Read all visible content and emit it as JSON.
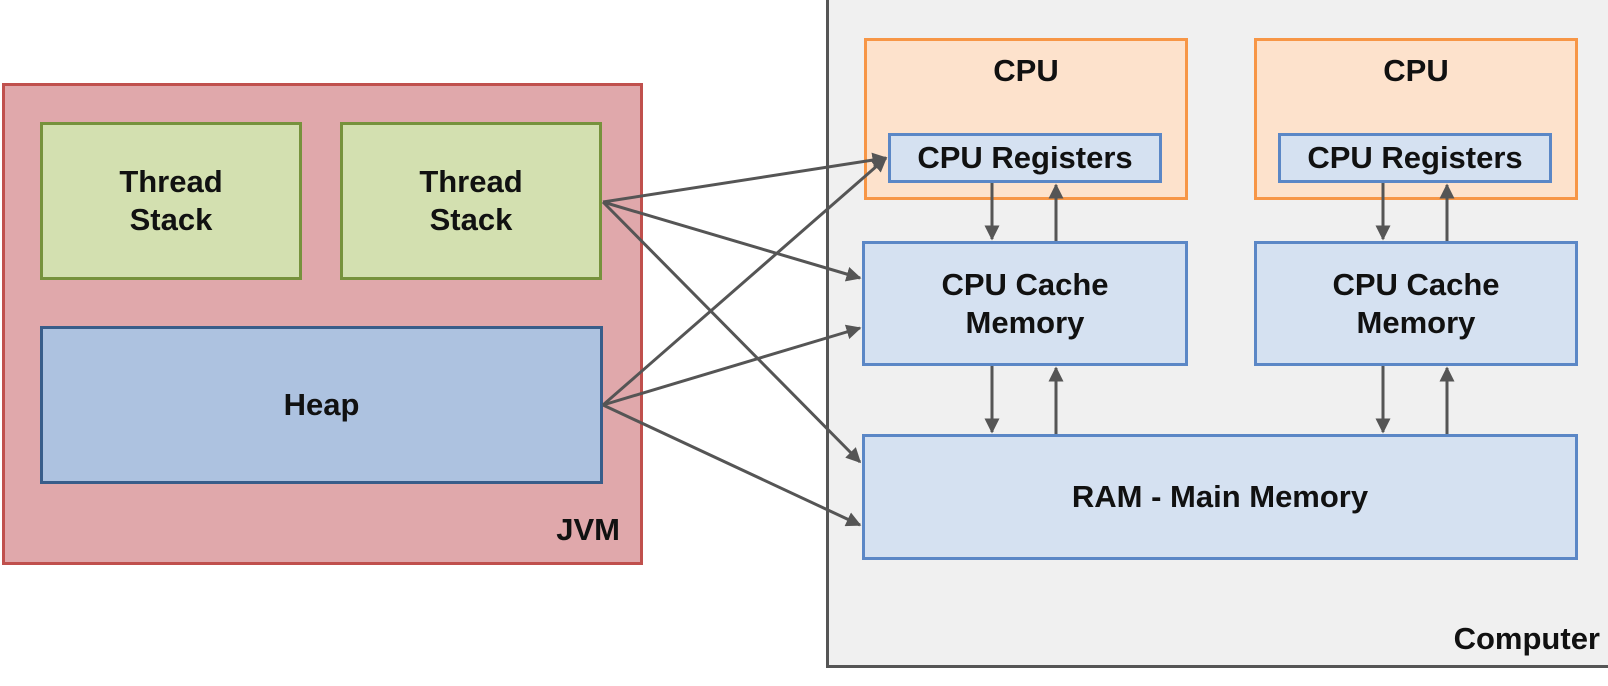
{
  "jvm": {
    "label": "JVM",
    "thread_stack_1": "Thread\nStack",
    "thread_stack_2": "Thread\nStack",
    "heap": "Heap"
  },
  "computer": {
    "label": "Computer",
    "cpus": [
      {
        "title": "CPU",
        "registers": "CPU Registers",
        "cache": "CPU Cache\nMemory"
      },
      {
        "title": "CPU",
        "registers": "CPU Registers",
        "cache": "CPU Cache\nMemory"
      }
    ],
    "ram": "RAM - Main Memory"
  },
  "colors": {
    "jvm_fill": "#e0a8ab",
    "jvm_border": "#c0504d",
    "stack_fill": "#d3e0b0",
    "stack_border": "#76923c",
    "heap_fill": "#adc2e0",
    "heap_border": "#385d8a",
    "computer_fill": "#f0f0f0",
    "computer_border": "#555555",
    "cpu_fill": "#fde2cc",
    "cpu_border": "#f79646",
    "mem_fill": "#d5e1f1",
    "mem_border": "#5b87c6",
    "arrow": "#555555"
  }
}
